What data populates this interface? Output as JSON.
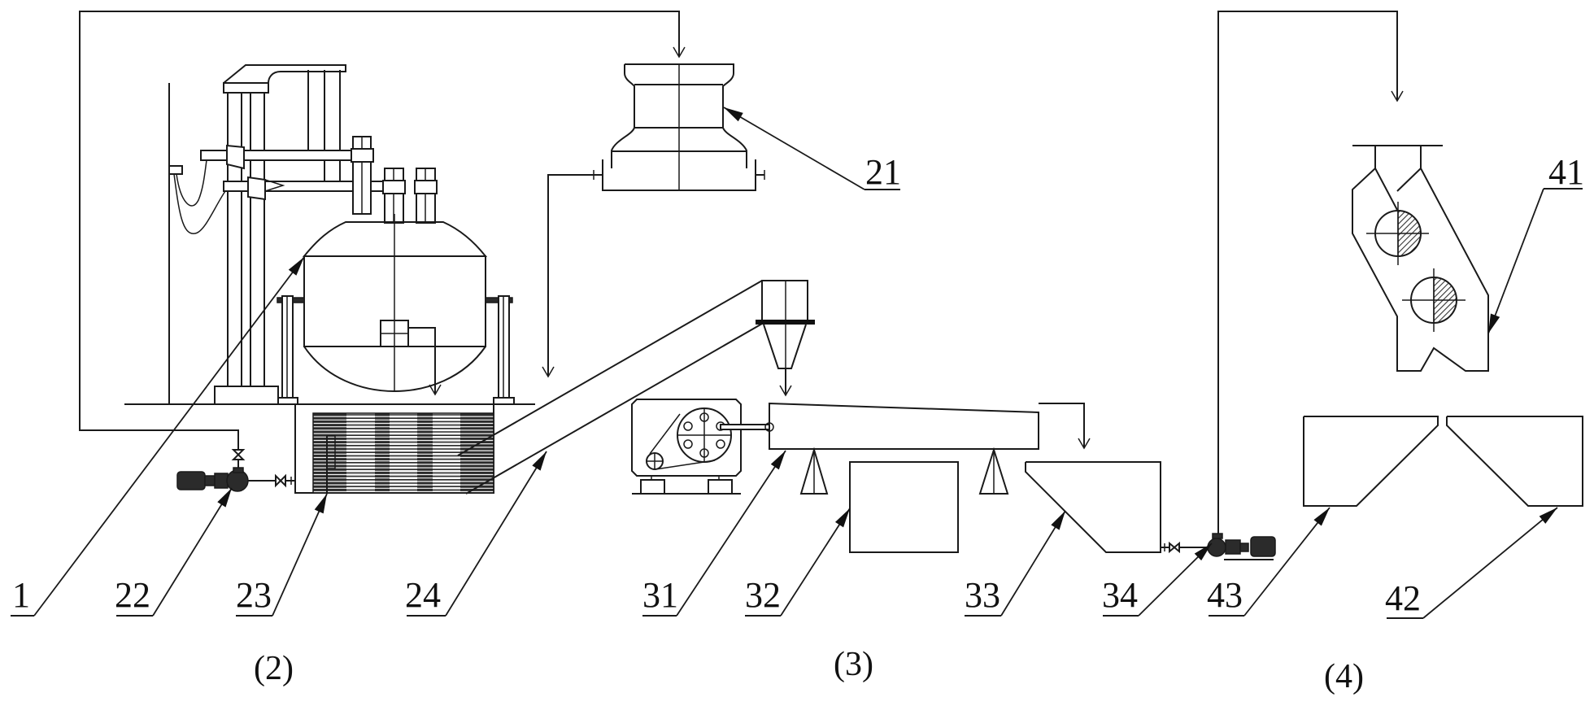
{
  "figure": {
    "type": "process flow schematic (patent drawing)",
    "background": "#ffffff",
    "line_color": "#1a1a1a"
  },
  "sections": [
    {
      "id": "2",
      "label": "(2)"
    },
    {
      "id": "3",
      "label": "(3)"
    },
    {
      "id": "4",
      "label": "(4)"
    }
  ],
  "components": {
    "c1": {
      "ref": "1",
      "name": "reaction vessel with lifting stirrer frame"
    },
    "c21": {
      "ref": "21",
      "name": "mill / grinder"
    },
    "c22": {
      "ref": "22",
      "name": "slurry pump"
    },
    "c23": {
      "ref": "23",
      "name": "settling tank with plates"
    },
    "c24": {
      "ref": "24",
      "name": "inclined screw conveyor with cyclone"
    },
    "c31": {
      "ref": "31",
      "name": "vibrating screen with drive"
    },
    "c32": {
      "ref": "32",
      "name": "collection box"
    },
    "c33": {
      "ref": "33",
      "name": "hopper tank"
    },
    "c34": {
      "ref": "34",
      "name": "transfer pump"
    },
    "c41": {
      "ref": "41",
      "name": "double-roller crusher"
    },
    "c42": {
      "ref": "42",
      "name": "right receiving bin"
    },
    "c43": {
      "ref": "43",
      "name": "left receiving bin"
    }
  },
  "labels": {
    "l1": "1",
    "l21": "21",
    "l22": "22",
    "l23": "23",
    "l24": "24",
    "l31": "31",
    "l32": "32",
    "l33": "33",
    "l34": "34",
    "l41": "41",
    "l42": "42",
    "l43": "43"
  },
  "flows": [
    {
      "from": "23",
      "to": "21",
      "description": "return line from tank outlet over top to mill inlet"
    },
    {
      "from": "21",
      "to": "23",
      "description": "mill outlet down to settling tank"
    },
    {
      "from": "1",
      "to": "23",
      "description": "vessel discharge down to tank"
    },
    {
      "from": "24",
      "to": "31",
      "description": "cyclone discharge onto screen"
    },
    {
      "from": "31",
      "to": "33",
      "description": "screen overflow into hopper"
    },
    {
      "from": "33",
      "to": "41",
      "description": "pumped via 34 up and over to crusher"
    }
  ]
}
